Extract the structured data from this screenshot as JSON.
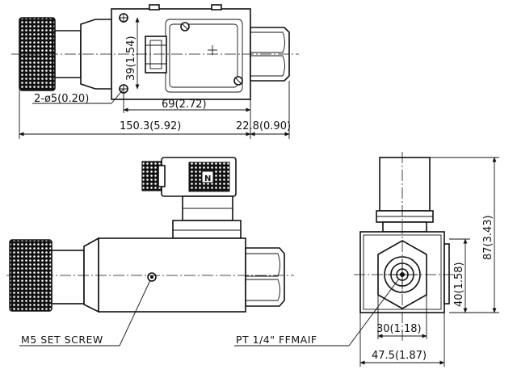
{
  "dimensions": {
    "top_view": {
      "height_39": "39(1.54)",
      "holes": "2-ø5(0.20)",
      "width_69": "69(2.72)",
      "overall_150": "150.3(5.92)",
      "hex_22": "22.8(0.90)"
    },
    "end_view": {
      "height_87": "87(3.43)",
      "height_40": "40(1.58)",
      "width_30": "30(1.18)",
      "width_47": "47.5(1.87)"
    }
  },
  "notes": {
    "set_screw": "M5 SET SCREW",
    "port_thread": "PT 1/4\" FFMAIF"
  },
  "connector": {
    "symbol_text": "N"
  },
  "colors": {
    "line": "#111111",
    "background": "#ffffff"
  }
}
